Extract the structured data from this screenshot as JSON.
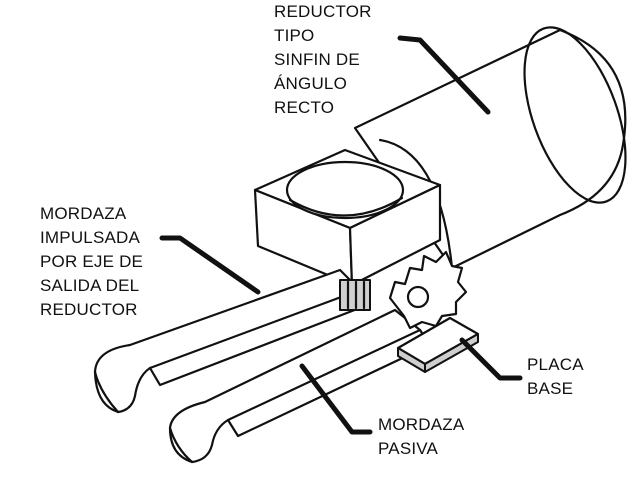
{
  "labels": {
    "reductor": [
      "REDUCTOR",
      "TIPO",
      "SINFIN DE",
      "ÁNGULO",
      "RECTO"
    ],
    "mordaza_impulsada": [
      "MORDAZA",
      "IMPULSADA",
      "POR EJE DE",
      "SALIDA DEL",
      "REDUCTOR"
    ],
    "placa_base": [
      "PLACA",
      "BASE"
    ],
    "mordaza_pasiva": [
      "MORDAZA",
      "PASIVA"
    ]
  },
  "colors": {
    "ink": "#111111",
    "background": "#ffffff",
    "shade": "#cfcfcf"
  }
}
